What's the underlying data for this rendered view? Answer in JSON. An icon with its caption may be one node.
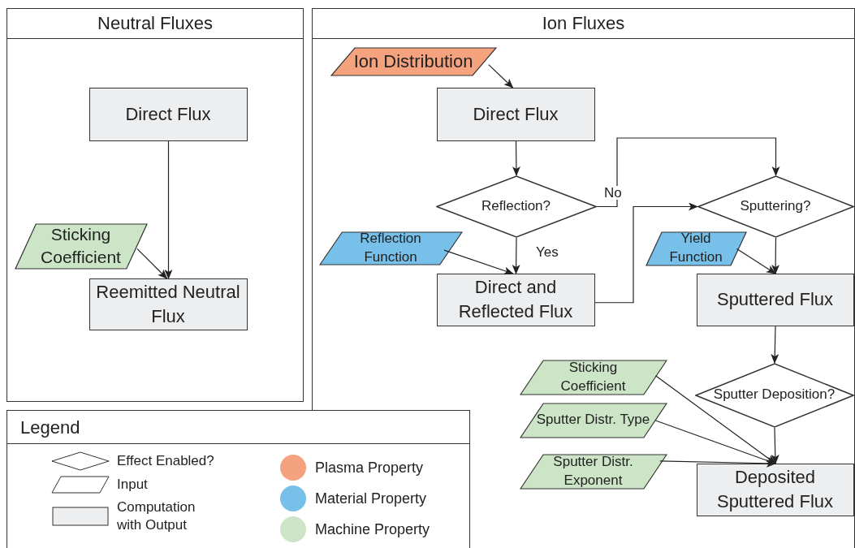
{
  "diagram": {
    "nodes": [
      {
        "text": [
          "Neutral Fluxes"
        ]
      },
      {
        "text": [
          "Direct Flux"
        ],
        "in": 0
      },
      {
        "text": [
          "Sticking Coefficient"
        ],
        "in": 0
      },
      {
        "text": [
          "Reemitted Neutral Flux"
        ],
        "in": 0
      },
      {
        "text": [
          "Ion Fluxes"
        ]
      },
      {
        "text": [
          "Ion Distribution"
        ],
        "in": 4
      },
      {
        "text": [
          "Direct Flux"
        ],
        "in": 4
      },
      {
        "text": [
          "Reflection?"
        ],
        "in": 4
      },
      {
        "text": [
          "Reflection Function"
        ],
        "in": 4
      },
      {
        "text": [
          "Direct and Reflected Flux"
        ],
        "in": 4
      },
      {
        "text": [
          "Sputtering?"
        ],
        "in": 4
      },
      {
        "text": [
          "Yield Function"
        ],
        "in": 4
      },
      {
        "text": [
          "Sputtered Flux"
        ],
        "in": 4
      },
      {
        "text": [
          "Sticking Coefficient"
        ],
        "in": 4
      },
      {
        "text": [
          "Sputter Distr. Type"
        ],
        "in": 4
      },
      {
        "text": [
          "Sputter Deposition?"
        ],
        "in": 4
      },
      {
        "text": [
          "Sputter Distr. Exponent"
        ],
        "in": 4
      },
      {
        "text": [
          "Deposited Sputtered Flux"
        ],
        "in": 4
      }
    ],
    "edges": [
      {
        "from": 1,
        "to": 3,
        "arrow": "to"
      },
      {
        "from": 2,
        "to": 3,
        "arrow": "to"
      },
      {
        "from": 5,
        "to": 6,
        "arrow": "to"
      },
      {
        "from": 6,
        "to": 7,
        "arrow": "to"
      },
      {
        "from": 7,
        "to": 9,
        "arrow": "to",
        "label": "Yes"
      },
      {
        "from": 8,
        "to": 9,
        "arrow": "to"
      },
      {
        "from": 7,
        "to": 10,
        "arrow": "to",
        "label": "No"
      },
      {
        "from": 9,
        "to": 10,
        "arrow": "to"
      },
      {
        "from": 10,
        "to": 12,
        "arrow": "to"
      },
      {
        "from": 11,
        "to": 12,
        "arrow": "to"
      },
      {
        "from": 12,
        "to": 15,
        "arrow": "to"
      },
      {
        "from": 13,
        "to": 17,
        "arrow": "to"
      },
      {
        "from": 14,
        "to": 17,
        "arrow": "to"
      },
      {
        "from": 16,
        "to": 17,
        "arrow": "to"
      },
      {
        "from": 15,
        "to": 17,
        "arrow": "to"
      }
    ],
    "labels": [
      "Legend"
    ],
    "legend": [
      {
        "text": "Effect Enabled?"
      },
      {
        "text": "Input"
      },
      {
        "text": "Computation with Output"
      },
      {
        "text": "Plasma Property",
        "color": "#f5a27f"
      },
      {
        "text": "Material Property",
        "color": "#76c0ea"
      },
      {
        "text": "Machine Property",
        "color": "#cbe5c6"
      }
    ]
  }
}
